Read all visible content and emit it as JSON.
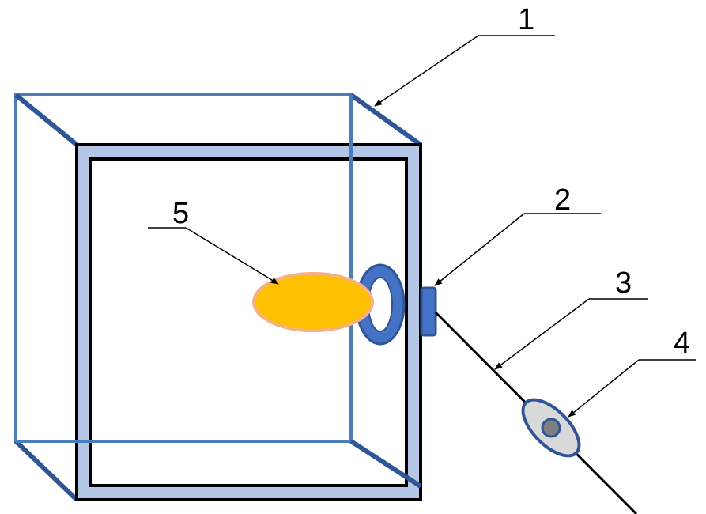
{
  "colors": {
    "box_outline_front": "#2f5597",
    "box_outline_back": "#4a7ebb",
    "panel_fill": "#b4c7e7",
    "panel_border": "#000000",
    "ring_fill": "#4472c4",
    "ring_stroke": "#2f5597",
    "ellipse_fill": "#ffc000",
    "ellipse_stroke": "#f4b183",
    "sensor_fill": "#d9d9d9",
    "sensor_stroke": "#2f5597",
    "sensor_dot": "#7f7f7f",
    "leader": "#000000"
  },
  "callouts": [
    {
      "id": "1",
      "label": "1"
    },
    {
      "id": "2",
      "label": "2"
    },
    {
      "id": "3",
      "label": "3"
    },
    {
      "id": "4",
      "label": "4"
    },
    {
      "id": "5",
      "label": "5"
    }
  ]
}
